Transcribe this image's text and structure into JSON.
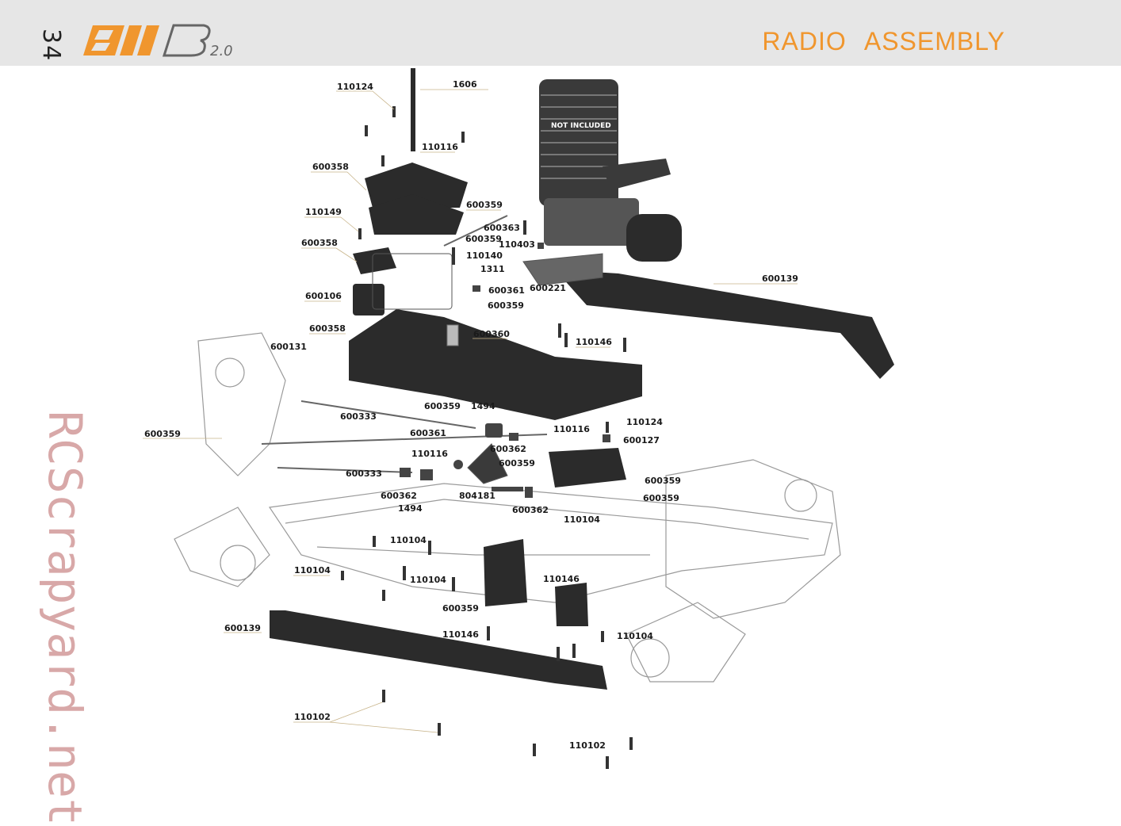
{
  "header": {
    "page_number": "34",
    "logo_text": "811B 2.0",
    "title": "RADIO ASSEMBLY"
  },
  "watermark": "RCScrapyard.net",
  "engine_note": "NOT INCLUDED",
  "part_labels": [
    "110124",
    "1606",
    "110116",
    "600358",
    "110149",
    "600359",
    "600363",
    "600359",
    "110403",
    "600358",
    "110140",
    "1311",
    "600361",
    "600221",
    "600139",
    "600106",
    "600359",
    "600358",
    "600360",
    "110146",
    "600131",
    "600333",
    "600359",
    "1494",
    "110124",
    "600361",
    "110116",
    "600127",
    "600359",
    "600362",
    "110116",
    "600359",
    "600333",
    "600359",
    "600362",
    "804181",
    "600359",
    "1494",
    "600362",
    "110104",
    "110104",
    "110104",
    "110104",
    "110146",
    "600359",
    "600139",
    "110146",
    "110104",
    "110102",
    "110102"
  ],
  "colors": {
    "header_bg": "#e6e6e6",
    "title": "#f0962e",
    "logo_orange": "#f0962e",
    "watermark": "#d8a8a8",
    "part_dark": "#2b2b2b"
  }
}
